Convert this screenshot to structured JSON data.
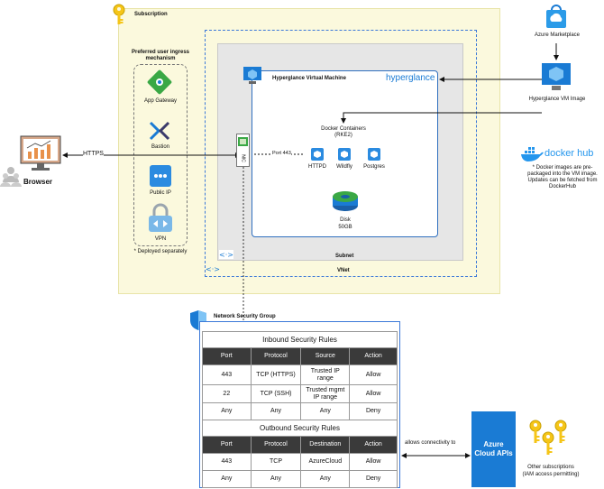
{
  "subscription": {
    "label": "Subscription"
  },
  "ingress": {
    "title_line1": "Preferred user ingress",
    "title_line2": "mechanism",
    "items": [
      {
        "label": "App Gateway",
        "icon": "app-gateway-icon"
      },
      {
        "label": "Bastion",
        "icon": "bastion-icon"
      },
      {
        "label": "Public IP",
        "icon": "public-ip-icon"
      },
      {
        "label": "VPN",
        "icon": "vpn-icon"
      }
    ],
    "note": "* Deployed separately"
  },
  "browser": {
    "label": "Browser",
    "link_label": "HTTPS"
  },
  "vm": {
    "title": "Hyperglance Virtual Machine",
    "brand": "hyperglance",
    "docker_line1": "Docker Containers",
    "docker_line2": "(RKE2)",
    "containers": [
      "HTTPD",
      "Wildfly",
      "Postgres"
    ],
    "port_label": "Port 443",
    "nic_label": "NIC",
    "disk_label": "Disk",
    "disk_size": "50GB"
  },
  "subnet": {
    "label": "Subnet"
  },
  "vnet": {
    "label": "VNet"
  },
  "marketplace": {
    "label": "Azure Marketplace"
  },
  "vm_image": {
    "label": "Hyperglance VM Image"
  },
  "dockerhub": {
    "brand": "docker hub",
    "note_lines": [
      "* Docker images are pre-",
      "packaged into the VM image.",
      "Updates can be fetched from",
      "DockerHub"
    ]
  },
  "nsg": {
    "label": "Network Security Group",
    "inbound_title": "Inbound Security Rules",
    "inbound_headers": [
      "Port",
      "Protocol",
      "Source",
      "Action"
    ],
    "inbound_rows": [
      [
        "443",
        "TCP (HTTPS)",
        "Trusted IP range",
        "Allow"
      ],
      [
        "22",
        "TCP (SSH)",
        "Trusted mgmt IP range",
        "Allow"
      ],
      [
        "Any",
        "Any",
        "Any",
        "Deny"
      ]
    ],
    "outbound_title": "Outbound Security Rules",
    "outbound_headers": [
      "Port",
      "Protocol",
      "Destination",
      "Action"
    ],
    "outbound_rows": [
      [
        "443",
        "TCP",
        "AzureCloud",
        "Allow"
      ],
      [
        "Any",
        "Any",
        "Any",
        "Deny"
      ]
    ]
  },
  "connectivity_label": "allows connectivity to",
  "azure_apis": {
    "line1": "Azure",
    "line2": "Cloud APIs"
  },
  "other_subs": {
    "line1": "Other subscriptions",
    "line2": "(IAM access permitting)"
  },
  "colors": {
    "azure_blue": "#1a7bd4",
    "subscription_fill": "#fbf9dd",
    "key_gold": "#f5c518",
    "vnet_border": "#3b78d8"
  }
}
